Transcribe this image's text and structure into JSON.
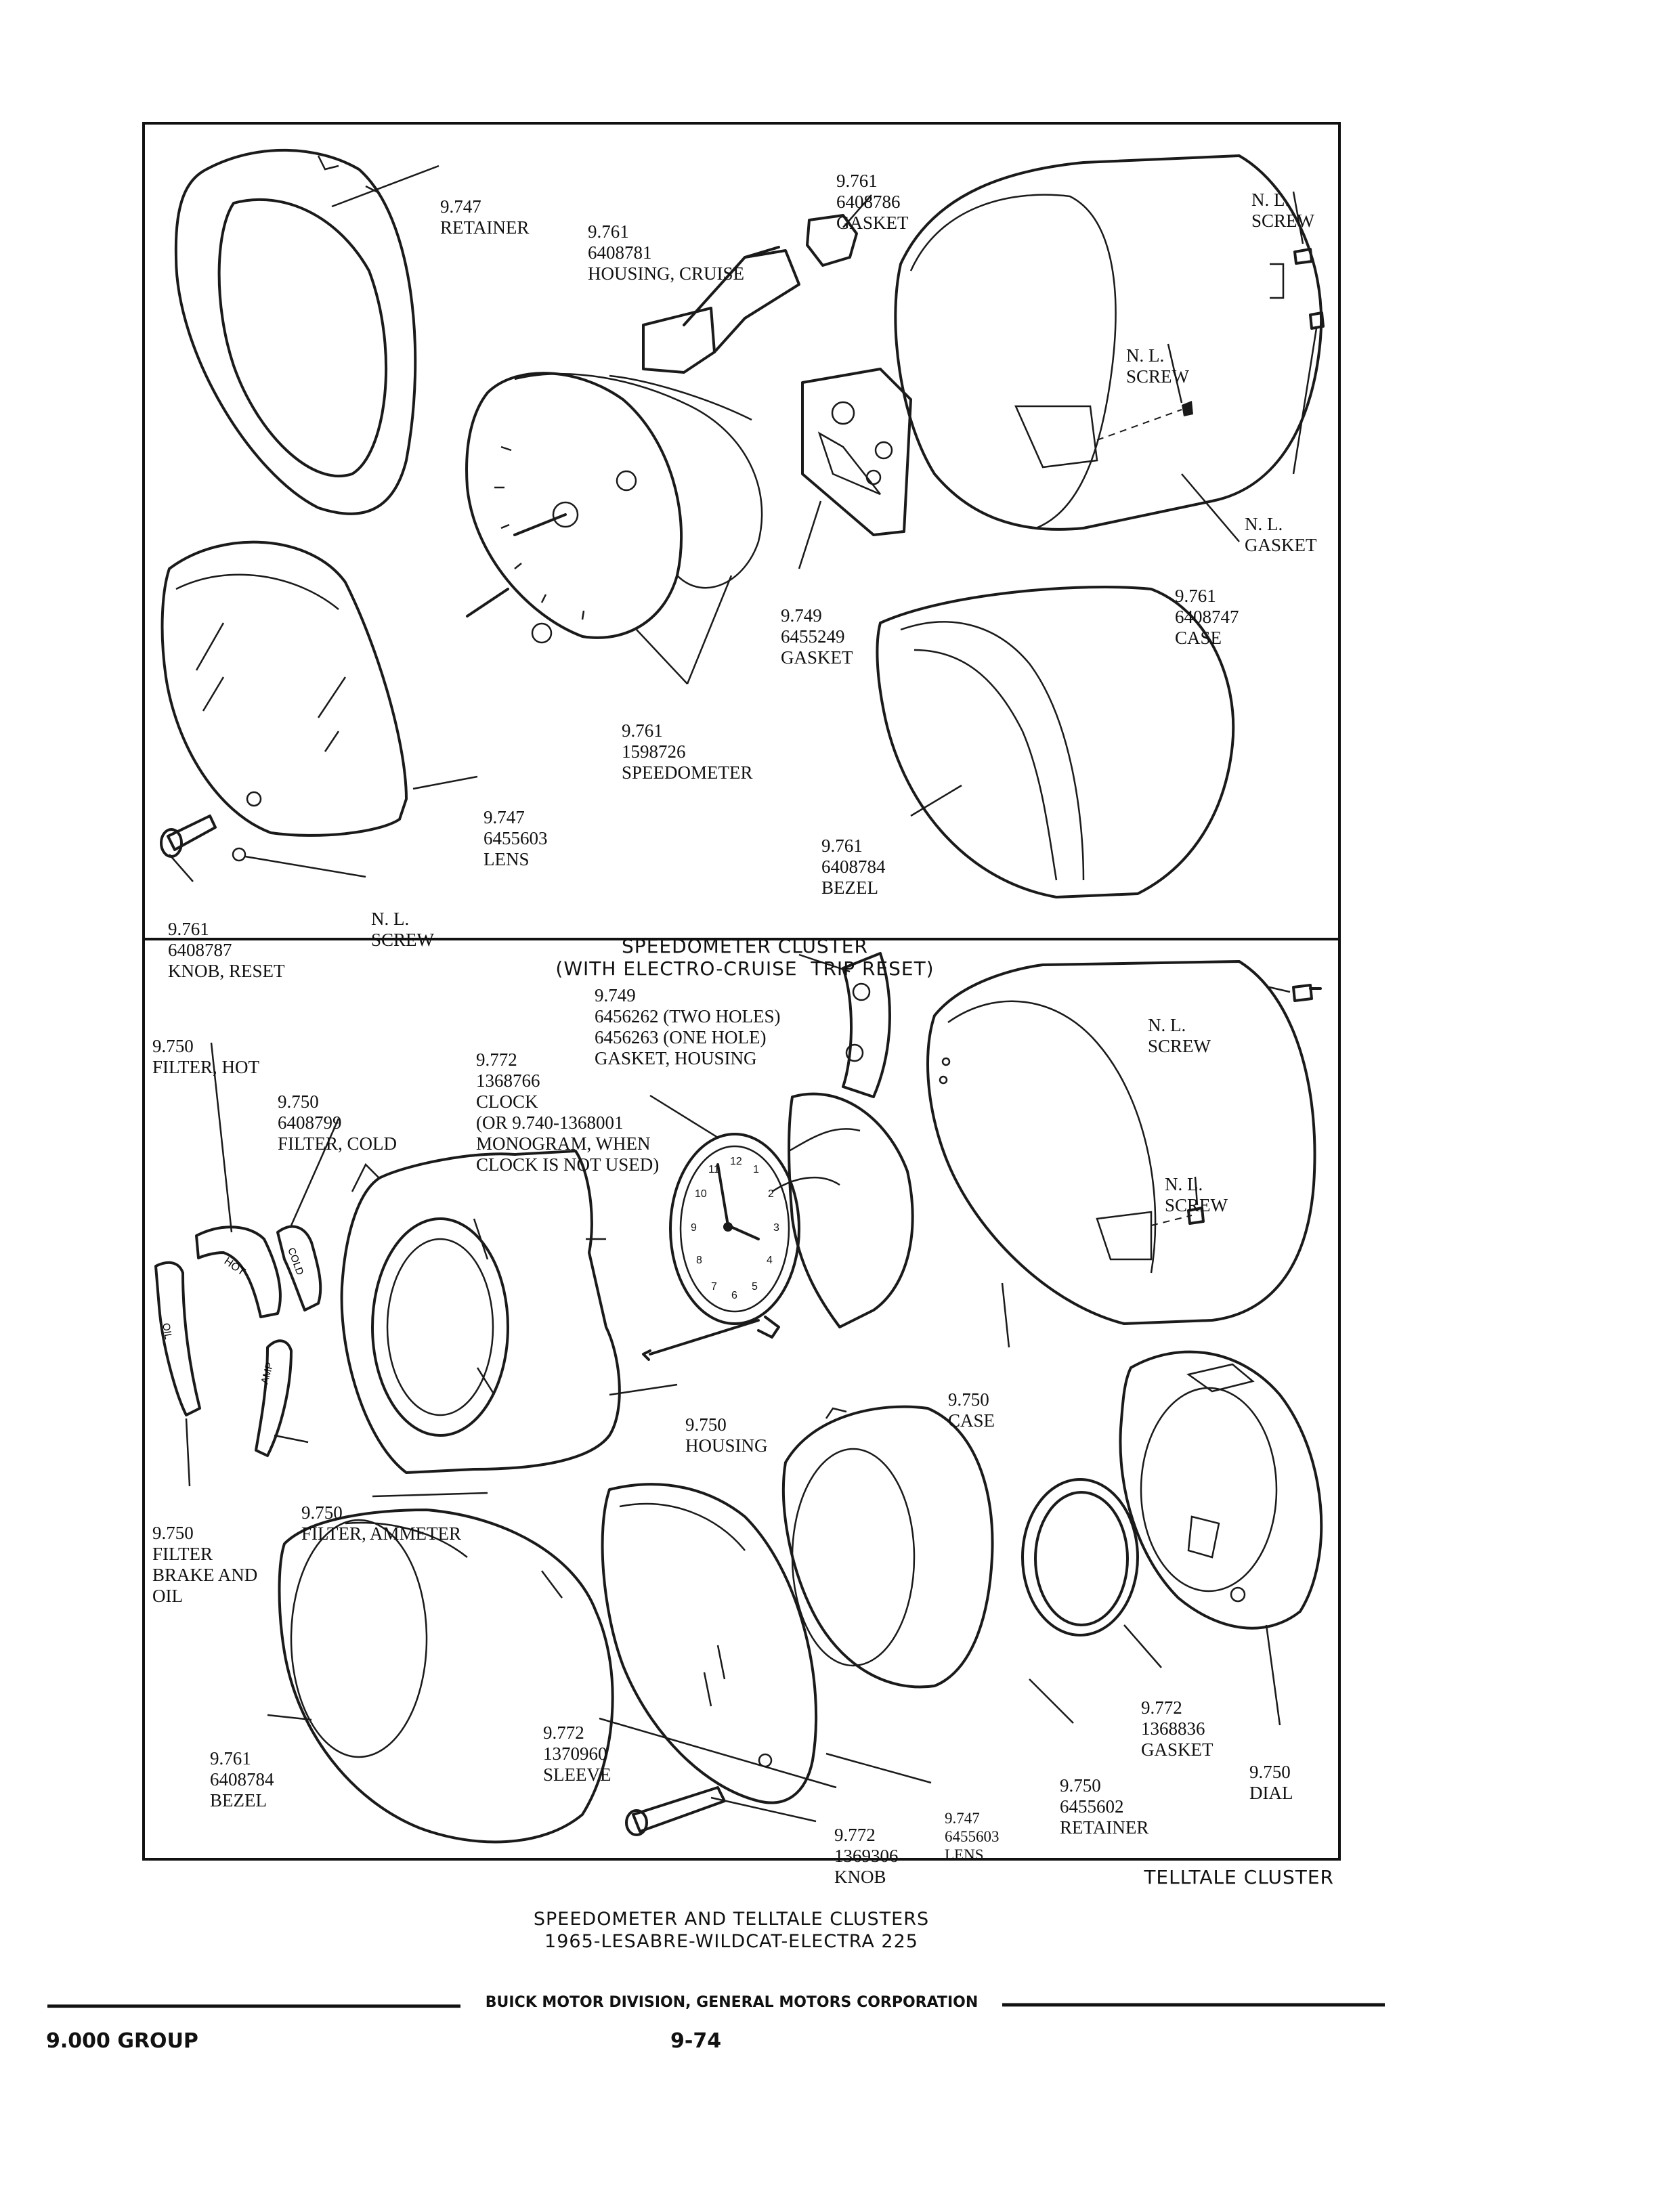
{
  "top_panel": {
    "title": [
      "SPEEDOMETER CLUSTER",
      "(WITH ELECTRO-CRUISE  TRIP RESET)"
    ],
    "labels": {
      "retainer": [
        "9.747",
        "RETAINER"
      ],
      "housing_cruise": [
        "9.761",
        "6408781",
        "HOUSING, CRUISE"
      ],
      "gasket_top": [
        "9.761",
        "6408786",
        "GASKET"
      ],
      "screw_top_right": [
        "N. L.",
        "SCREW"
      ],
      "screw_center": [
        "N. L.",
        "SCREW"
      ],
      "gasket_nl": [
        "N. L.",
        "GASKET"
      ],
      "case": [
        "9.761",
        "6408747",
        "CASE"
      ],
      "gasket_plate": [
        "9.749",
        "6455249",
        "GASKET"
      ],
      "speedometer": [
        "9.761",
        "1598726",
        "SPEEDOMETER"
      ],
      "lens": [
        "9.747",
        "6455603",
        "LENS"
      ],
      "bezel": [
        "9.761",
        "6408784",
        "BEZEL"
      ],
      "screw_knob": [
        "N. L.",
        "SCREW"
      ],
      "knob_reset": [
        "9.761",
        "6408787",
        "KNOB, RESET"
      ]
    }
  },
  "bottom_panel": {
    "title": "TELLTALE CLUSTER",
    "labels": {
      "gasket_housing": [
        "9.749",
        "6456262 (TWO HOLES)",
        "6456263 (ONE HOLE)",
        "GASKET, HOUSING"
      ],
      "filter_hot": [
        "9.750",
        "FILTER, HOT"
      ],
      "filter_cold": [
        "9.750",
        "6408799",
        "FILTER, COLD"
      ],
      "clock": [
        "9.772",
        "1368766",
        "CLOCK",
        "(OR 9.740-1368001",
        "MONOGRAM, WHEN",
        "CLOCK IS NOT USED)"
      ],
      "screw_case_top": [
        "N. L.",
        "SCREW"
      ],
      "screw_case_mid": [
        "N. L.",
        "SCREW"
      ],
      "case": [
        "9.750",
        "CASE"
      ],
      "housing": [
        "9.750",
        "HOUSING"
      ],
      "filter_ammeter": [
        "9.750",
        "FILTER, AMMETER"
      ],
      "filter_brake_oil": [
        "9.750",
        "FILTER",
        "BRAKE AND",
        "OIL"
      ],
      "bezel": [
        "9.761",
        "6408784",
        "BEZEL"
      ],
      "sleeve": [
        "9.772",
        "1370960",
        "SLEEVE"
      ],
      "knob": [
        "9.772",
        "1369306",
        "KNOB"
      ],
      "lens": [
        "9.747",
        "6455603",
        "LENS"
      ],
      "retainer": [
        "9.750",
        "6455602",
        "RETAINER"
      ],
      "gasket": [
        "9.772",
        "1368836",
        "GASKET"
      ],
      "dial": [
        "9.750",
        "DIAL"
      ]
    },
    "filter_marks": {
      "hot": "HOT",
      "cold": "COLD",
      "oil": "OIL",
      "amp": "AMP"
    },
    "clock_numerals": [
      "12",
      "1",
      "2",
      "3",
      "4",
      "5",
      "6",
      "7",
      "8",
      "9",
      "10",
      "11"
    ]
  },
  "figure_caption": [
    "SPEEDOMETER AND TELLTALE CLUSTERS",
    "1965-LESABRE-WILDCAT-ELECTRA 225"
  ],
  "footer": {
    "company": "BUICK MOTOR DIVISION, GENERAL MOTORS CORPORATION",
    "group": "9.000 GROUP",
    "page": "9-74"
  }
}
